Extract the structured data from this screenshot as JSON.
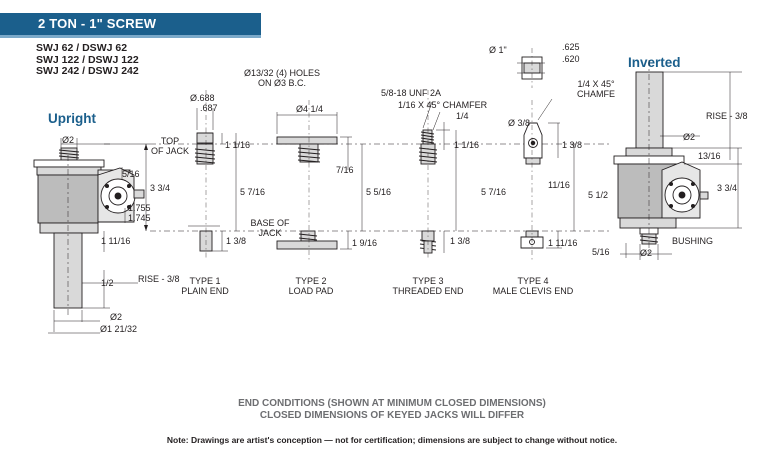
{
  "header": {
    "title": "2 TON - 1\" SCREW",
    "color": "#1b5f8c"
  },
  "models": [
    "SWJ 62 / DSWJ 62",
    "SWJ 122 / DSWJ 122",
    "SWJ 242 / DSWJ 242"
  ],
  "views": {
    "upright": "Upright",
    "inverted": "Inverted"
  },
  "upright_dims": {
    "top_dia": "Ø2",
    "d_5_16": "5/16",
    "d_3_3_4": "3 3/4",
    "d_1755": "1.755",
    "d_1745": "1.745",
    "d_1_11_16": "1 11/16",
    "d_1_2": "1/2",
    "rise": "RISE - 3/8",
    "shaft_dia": "Ø2",
    "base_dia": "Ø1 21/32"
  },
  "reference_labels": {
    "top_of_jack": [
      "TOP",
      "OF JACK"
    ],
    "base_of_jack": [
      "BASE OF",
      "JACK"
    ]
  },
  "type1": {
    "dia_top": "Ø.688",
    "dia_bot": ".687",
    "d_1_1_16": "1 1/16",
    "d_5_7_16": "5 7/16",
    "d_1_3_8": "1 3/8",
    "name": [
      "TYPE 1",
      "PLAIN END"
    ]
  },
  "type2": {
    "holes": [
      "Ø13/32 (4) HOLES",
      "ON Ø3 B.C."
    ],
    "pad_dia": "Ø4 1/4",
    "d_7_16": "7/16",
    "d_5_5_16": "5 5/16",
    "d_1_9_16": "1 9/16",
    "name": [
      "TYPE 2",
      "LOAD PAD"
    ]
  },
  "type3": {
    "thread": "5/8-18 UNF 2A",
    "chamfer": "1/16 X 45° CHAMFER",
    "d_1_4": "1/4",
    "d_1_1_16": "1 1/16",
    "d_5_7_16": "5 7/16",
    "d_1_3_8": "1 3/8",
    "name": [
      "TYPE 3",
      "THREADED END"
    ]
  },
  "type4": {
    "pin_dia": "Ø 1\"",
    "dim_625": ".625",
    "dim_620": ".620",
    "chamfer": [
      "1/4 X 45°",
      "CHAMFE"
    ],
    "d_3_8": "Ø 3/8",
    "d_1_3_8": "1 3/8",
    "d_11_16": "11/16",
    "d_5_1_2": "5 1/2",
    "d_1_11_16": "1 11/16",
    "name": [
      "TYPE 4",
      "MALE CLEVIS END"
    ]
  },
  "inverted_dims": {
    "rise": "RISE - 3/8",
    "top_dia": "Ø2",
    "d_13_16": "13/16",
    "d_3_3_4": "3 3/4",
    "bushing": "BUSHING",
    "d_5_16": "5/16",
    "bot_dia": "Ø2"
  },
  "caption": [
    "END CONDITIONS (SHOWN AT MINIMUM CLOSED DIMENSIONS)",
    "CLOSED DIMENSIONS OF KEYED JACKS WILL DIFFER"
  ],
  "note": "Note: Drawings are artist's conception — not for certification; dimensions are subject to change without notice.",
  "colors": {
    "line": "#231f20",
    "fill": "#d9d9d9",
    "dark_fill": "#bcbcbc",
    "caption": "#6d6e71"
  }
}
